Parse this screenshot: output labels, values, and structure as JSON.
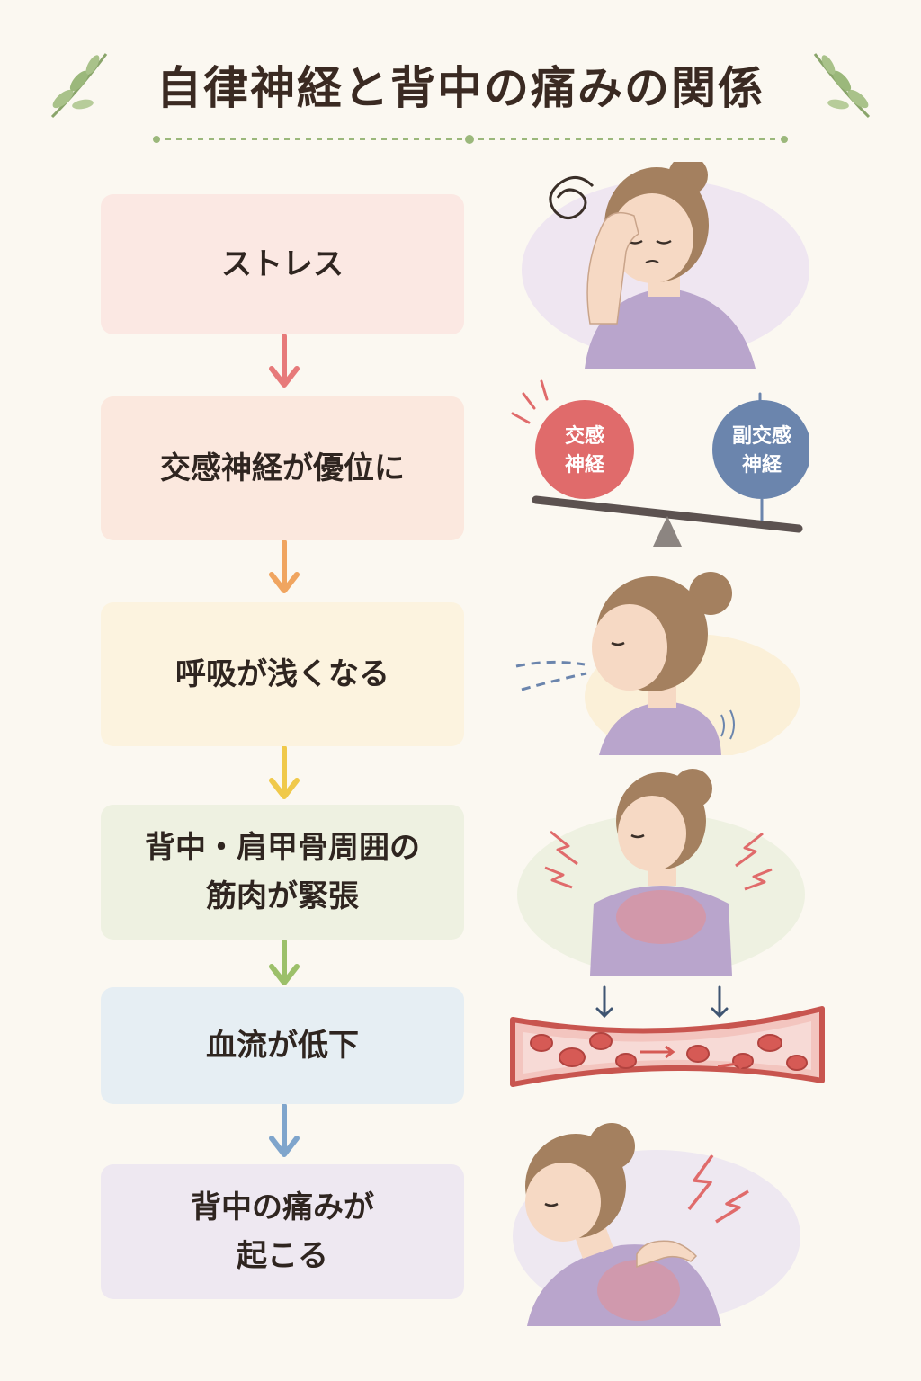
{
  "title": "自律神経と背中の痛みの関係",
  "steps": [
    {
      "label": "ストレス",
      "bg": "#fbe8e3",
      "arrow": "#e77a7a"
    },
    {
      "label": "交感神経が優位に",
      "bg": "#fbe8de",
      "arrow": "#f0a560"
    },
    {
      "label": "呼吸が浅くなる",
      "bg": "#fcf3df",
      "arrow": "#f0c94a"
    },
    {
      "label": "背中・肩甲骨周囲の\n筋肉が緊張",
      "bg": "#eef1e1",
      "arrow": "#9cc06a"
    },
    {
      "label": "血流が低下",
      "bg": "#e6eef3",
      "arrow": "#7fa5cc"
    },
    {
      "label": "背中の痛みが\n起こる",
      "bg": "#eee8f1",
      "arrow": null
    }
  ],
  "balance": {
    "sympathetic": [
      "交感",
      "神経"
    ],
    "parasympathetic": [
      "副交感",
      "神経"
    ],
    "sympathetic_color": "#e06b6b",
    "parasympathetic_color": "#6b85ad"
  },
  "icons": {
    "stress": "woman-headache-icon",
    "balance": "seesaw-icon",
    "breath": "woman-shallow-breath-icon",
    "tension": "woman-tense-shoulders-icon",
    "blood": "narrowed-blood-vessel-icon",
    "pain": "woman-back-pain-icon"
  }
}
